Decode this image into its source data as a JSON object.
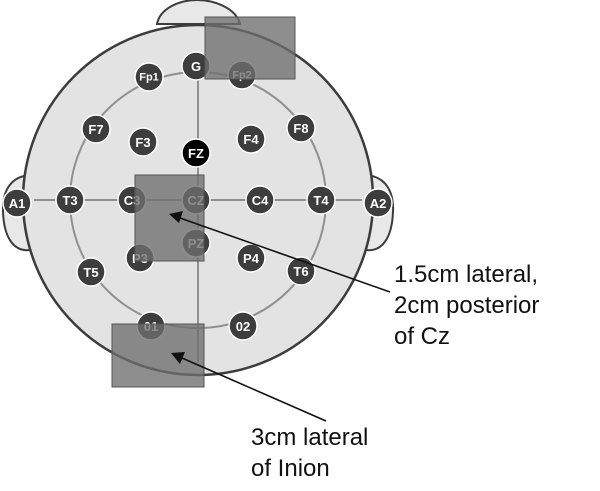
{
  "electrodes": [
    {
      "id": "G",
      "label": "G"
    },
    {
      "id": "Fp1",
      "label": "Fp1"
    },
    {
      "id": "Fp2",
      "label": "Fp2"
    },
    {
      "id": "F7",
      "label": "F7"
    },
    {
      "id": "F3",
      "label": "F3"
    },
    {
      "id": "FZ",
      "label": "FZ"
    },
    {
      "id": "F4",
      "label": "F4"
    },
    {
      "id": "F8",
      "label": "F8"
    },
    {
      "id": "A1",
      "label": "A1"
    },
    {
      "id": "T3",
      "label": "T3"
    },
    {
      "id": "C3",
      "label": "C3"
    },
    {
      "id": "CZ",
      "label": "CZ"
    },
    {
      "id": "C4",
      "label": "C4"
    },
    {
      "id": "T4",
      "label": "T4"
    },
    {
      "id": "A2",
      "label": "A2"
    },
    {
      "id": "PZ",
      "label": "PZ"
    },
    {
      "id": "P3",
      "label": "P3"
    },
    {
      "id": "P4",
      "label": "P4"
    },
    {
      "id": "T5",
      "label": "T5"
    },
    {
      "id": "T6",
      "label": "T6"
    },
    {
      "id": "O1",
      "label": "01"
    },
    {
      "id": "O2",
      "label": "02"
    }
  ],
  "annotations": {
    "cz_placement": {
      "line1": "1.5cm lateral,",
      "line2": "2cm posterior",
      "line3": "of Cz"
    },
    "inion_placement": {
      "line1": "3cm lateral",
      "line2": "of Inion"
    }
  },
  "colors": {
    "head_fill": "#e3e3e3",
    "outline": "#3c3c3c",
    "electrode_fill": "#3d3d3d",
    "electrode_highlight": "#000000",
    "grid_line": "#909090",
    "overlay": "#6e6e6e"
  }
}
